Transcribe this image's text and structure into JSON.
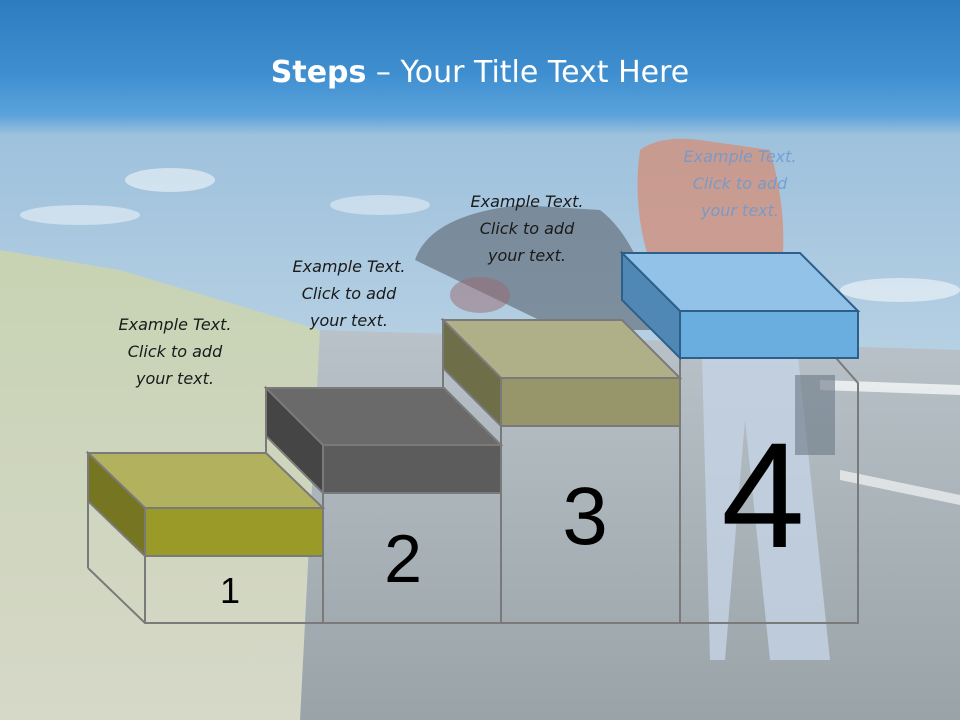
{
  "title": {
    "bold": "Steps",
    "rest": " – Your Title Text Here"
  },
  "steps": [
    {
      "number": "1",
      "caption": [
        "Example Text.",
        "Click  to add",
        "your text."
      ],
      "color": "#9a9a28"
    },
    {
      "number": "2",
      "caption": [
        "Example Text.",
        "Click  to add",
        "your text."
      ],
      "color": "#5c5c5c"
    },
    {
      "number": "3",
      "caption": [
        "Example Text.",
        "Click  to add",
        "your text."
      ],
      "color": "#96966a"
    },
    {
      "number": "4",
      "caption": [
        "Example Text.",
        "Click  to add",
        "your text."
      ],
      "color": "#6aaee0"
    }
  ]
}
